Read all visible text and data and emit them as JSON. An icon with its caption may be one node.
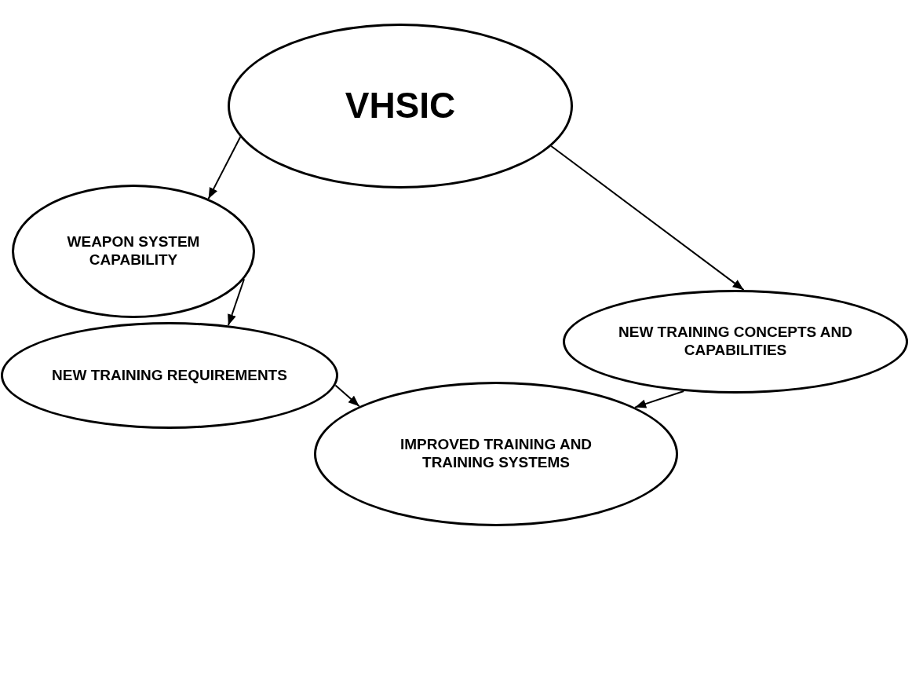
{
  "diagram": {
    "nodes": [
      {
        "text": [
          "VHSIC"
        ]
      },
      {
        "text": [
          "WEAPON SYSTEM CAPABILITY"
        ]
      },
      {
        "text": [
          "NEW TRAINING REQUIREMENTS"
        ]
      },
      {
        "text": [
          "NEW TRAINING CONCEPTS AND CAPABILITIES"
        ]
      },
      {
        "text": [
          "IMPROVED TRAINING AND TRAINING SYSTEMS"
        ]
      }
    ],
    "edges": [
      {
        "from": 0,
        "to": 1,
        "arrow": "to"
      },
      {
        "from": 0,
        "to": 3,
        "arrow": "to"
      },
      {
        "from": 1,
        "to": 2,
        "arrow": "to"
      },
      {
        "from": 2,
        "to": 4,
        "arrow": "to"
      },
      {
        "from": 3,
        "to": 4,
        "arrow": "to"
      }
    ]
  }
}
